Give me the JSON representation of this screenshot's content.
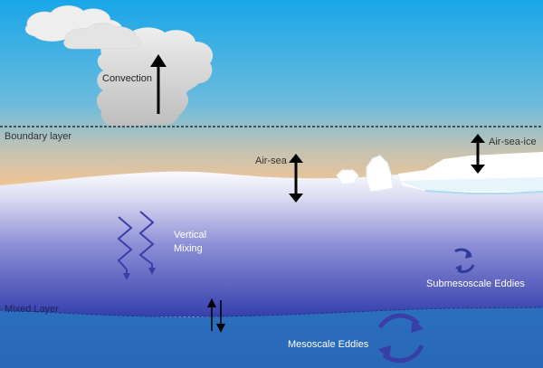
{
  "labels": {
    "convection": "Convection",
    "boundary_layer": "Boundary layer",
    "air_sea": "Air-sea",
    "air_sea_ice": "Air-sea-ice",
    "vertical_mixing_1": "Vertical",
    "vertical_mixing_2": "Mixing",
    "submesoscale_eddies": "Submesoscale Eddies",
    "mixed_layer": "Mixed Layer",
    "mesoscale_eddies": "Mesoscale Eddies"
  },
  "colors": {
    "sky_top": "#1ea7e6",
    "sky_mid": "#7bbfd8",
    "horizon": "#f4c79a",
    "ocean_top": "#f7f7fc",
    "ocean_mid": "#7d7fd0",
    "ocean_deep": "#2f3aa8",
    "deep_layer": "#2a6fc0",
    "eddy_arrow": "#34349a",
    "mixing_arrow": "#3b3ea8",
    "arrow_black": "#000000",
    "cloud_fill": "#d0d0d0"
  }
}
